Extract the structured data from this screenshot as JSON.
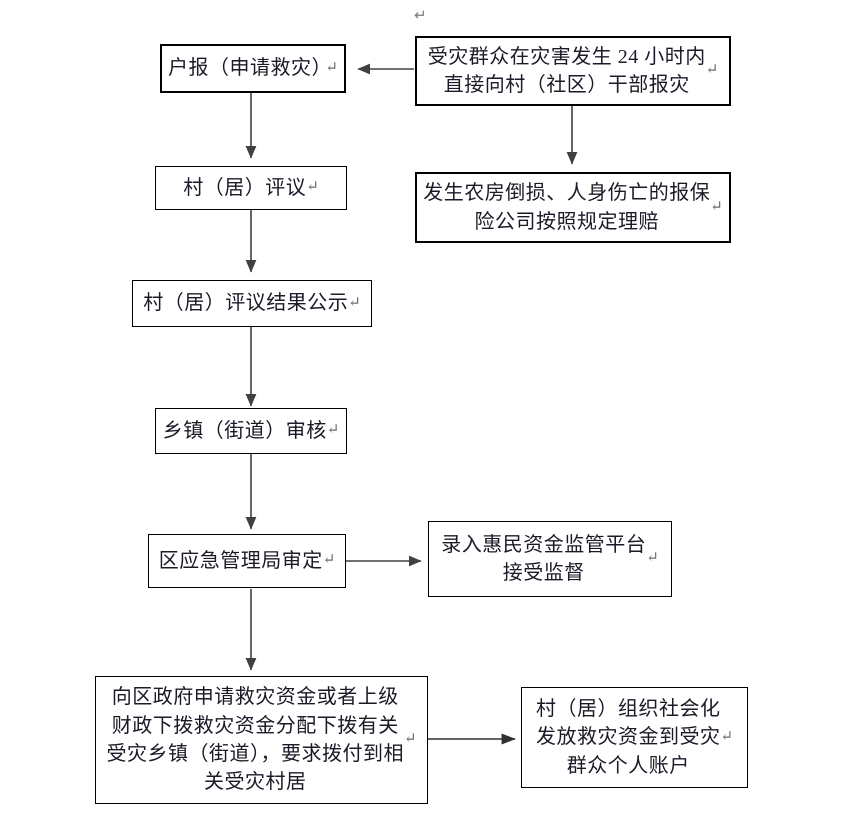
{
  "document": {
    "title": "救灾资金发放流程图",
    "paper_color": "#ffffff",
    "ink_color": "#1b1b28",
    "border_color": "#000000",
    "arrow_color": "#404040",
    "pilcrow_glyph": "↵"
  },
  "stray_mark": {
    "glyph": "↵"
  },
  "nodes": {
    "household_report": {
      "label": "户报（申请救灾）",
      "pilcrow": "↵"
    },
    "disaster_report_24h": {
      "label": "受灾群众在灾害发生 24 小时内\n直接向村（社区）干部报灾",
      "pilcrow": "↵"
    },
    "village_review": {
      "label": "村（居）评议",
      "pilcrow": "↵"
    },
    "insurance_claim": {
      "label": "发生农房倒损、人身伤亡的报保\n险公司按照规定理赔",
      "pilcrow": "↵"
    },
    "village_review_publicity": {
      "label": "村（居）评议结果公示",
      "pilcrow": "↵"
    },
    "township_audit": {
      "label": "乡镇（街道）审核",
      "pilcrow": "↵"
    },
    "district_emergency_approval": {
      "label": "区应急管理局审定",
      "pilcrow": "↵"
    },
    "fund_supervision_platform": {
      "label": "录入惠民资金监管平台\n接受监督",
      "pilcrow": "↵"
    },
    "apply_allocate_funds": {
      "label": "向区政府申请救灾资金或者上级\n财政下拨救灾资金分配下拨有关\n受灾乡镇（街道），要求拨付到相\n关受灾村居",
      "pilcrow": "↵"
    },
    "village_distribute_funds": {
      "label": "村（居）组织社会化\n发放救灾资金到受灾\n群众个人账户",
      "pilcrow": "↵"
    }
  },
  "flow_edges": [
    {
      "name": "disaster-report-to-household-report",
      "from": "disaster_report_24h",
      "to": "household_report",
      "direction": "left"
    },
    {
      "name": "disaster-report-to-insurance-claim",
      "from": "disaster_report_24h",
      "to": "insurance_claim",
      "direction": "down"
    },
    {
      "name": "household-report-to-village-review",
      "from": "household_report",
      "to": "village_review",
      "direction": "down"
    },
    {
      "name": "village-review-to-publicity",
      "from": "village_review",
      "to": "village_review_publicity",
      "direction": "down"
    },
    {
      "name": "publicity-to-township-audit",
      "from": "village_review_publicity",
      "to": "township_audit",
      "direction": "down"
    },
    {
      "name": "township-audit-to-district-approval",
      "from": "township_audit",
      "to": "district_emergency_approval",
      "direction": "down"
    },
    {
      "name": "district-approval-to-platform",
      "from": "district_emergency_approval",
      "to": "fund_supervision_platform",
      "direction": "right"
    },
    {
      "name": "district-approval-to-apply-funds",
      "from": "district_emergency_approval",
      "to": "apply_allocate_funds",
      "direction": "down"
    },
    {
      "name": "apply-funds-to-village-distribute",
      "from": "apply_allocate_funds",
      "to": "village_distribute_funds",
      "direction": "right"
    }
  ]
}
